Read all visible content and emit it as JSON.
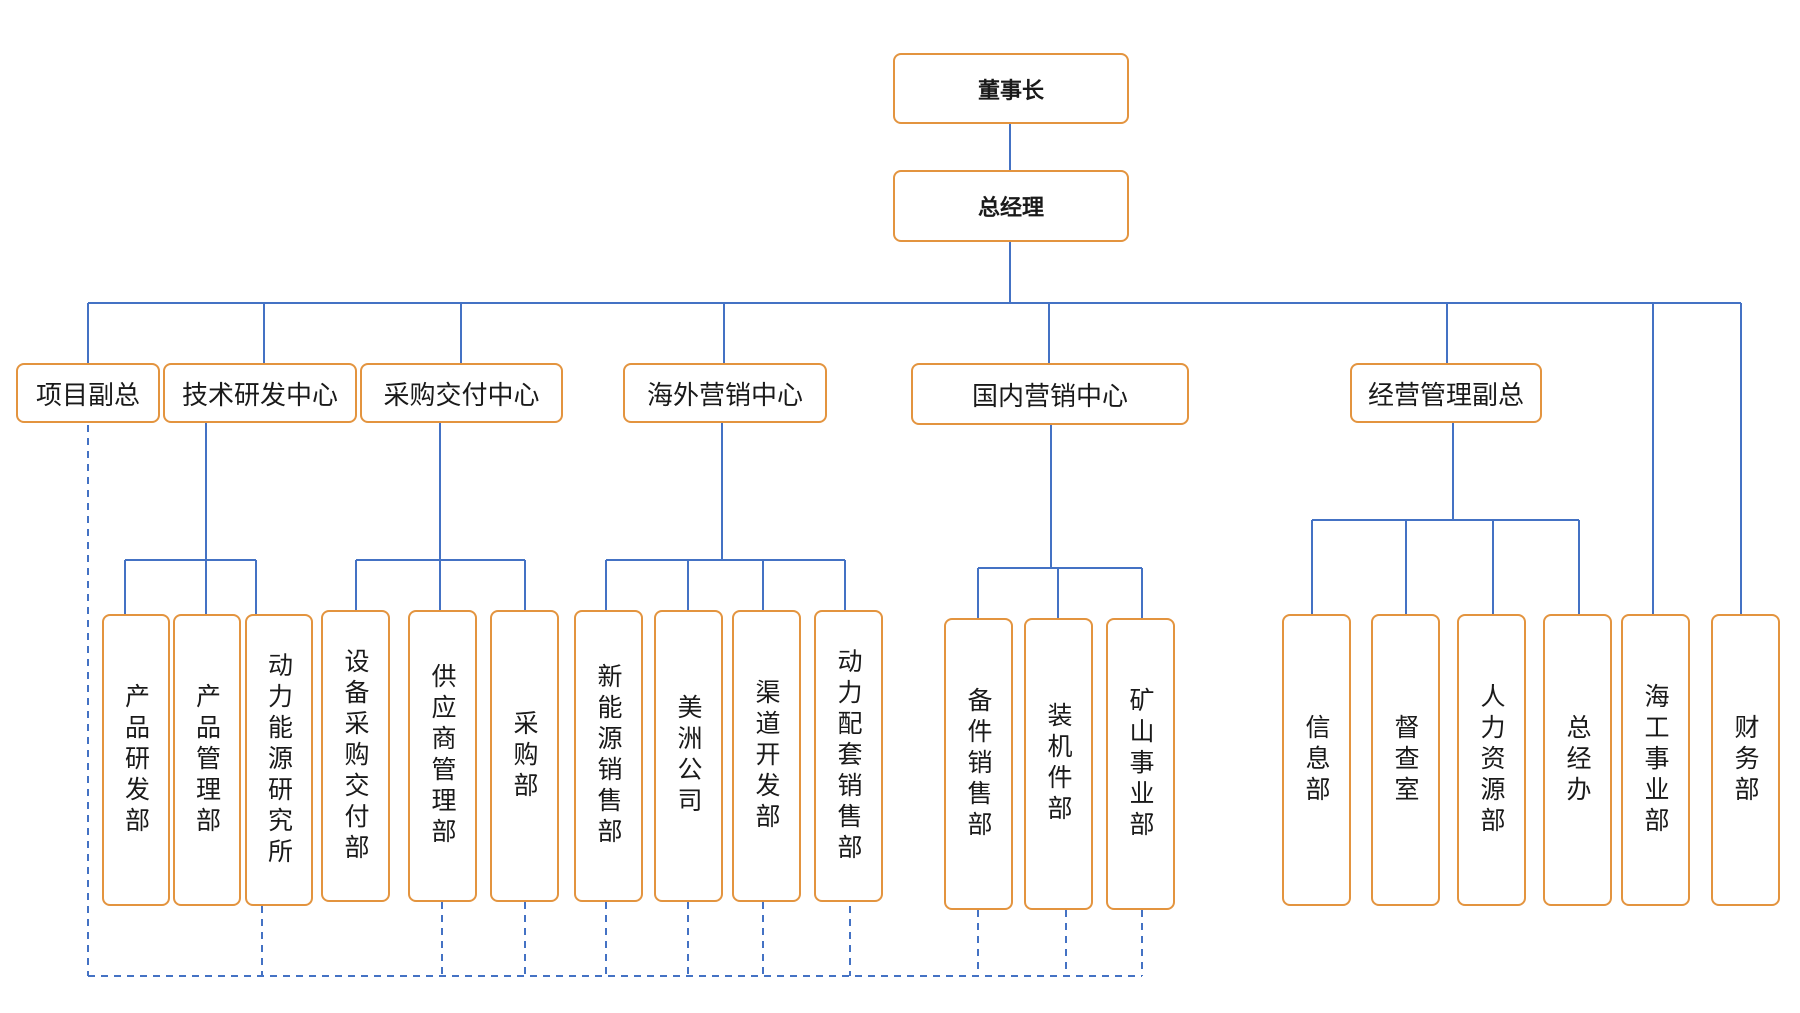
{
  "org": {
    "chairman": "董事长",
    "general_manager": "总经理",
    "level2": {
      "project_vp": "项目副总",
      "tech_rd": "技术研发中心",
      "procurement": "采购交付中心",
      "overseas": "海外营销中心",
      "domestic": "国内营销中心",
      "ops_vp": "经营管理副总"
    },
    "departments": {
      "product_rd": "产品研发部",
      "product_mgmt": "产品管理部",
      "power_energy_institute": "动力能源研究所",
      "equipment_procurement": "设备采购交付部",
      "supplier_mgmt": "供应商管理部",
      "purchasing": "采购部",
      "new_energy_sales": "新能源销售部",
      "america_company": "美洲公司",
      "channel_dev": "渠道开发部",
      "power_matching_sales": "动力配套销售部",
      "parts_sales": "备件销售部",
      "machine_parts": "装机件部",
      "mining_division": "矿山事业部",
      "info_dept": "信息部",
      "supervision": "督查室",
      "hr": "人力资源部",
      "gm_office": "总经办",
      "marine_division": "海工事业部",
      "finance": "财务部"
    }
  },
  "colors": {
    "box_border": "#e3943f",
    "solid_line": "#4472c4",
    "dashed_line": "#4472c4"
  }
}
